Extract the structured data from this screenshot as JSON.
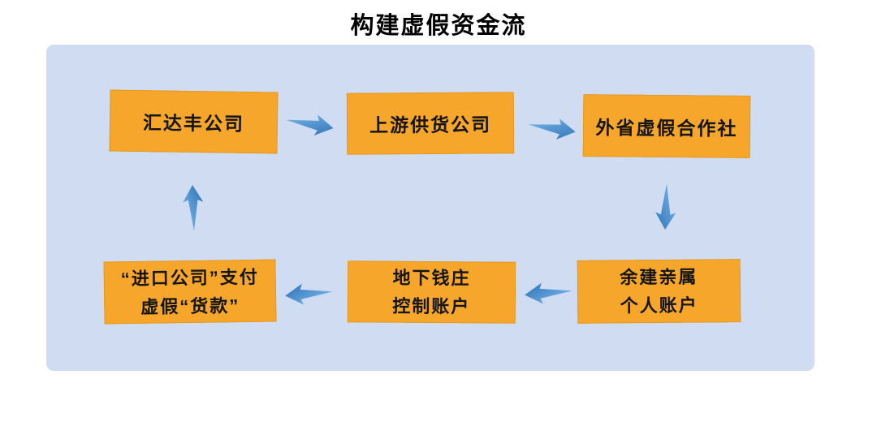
{
  "diagram": {
    "title": "构建虚假资金流",
    "nodes": [
      {
        "id": "huidafeng-company",
        "label_lines": [
          "汇达丰公司"
        ]
      },
      {
        "id": "upstream-supplier",
        "label_lines": [
          "上游供货公司"
        ]
      },
      {
        "id": "outprovince-fake-coop",
        "label_lines": [
          "外省虚假合作社"
        ]
      },
      {
        "id": "import-company-payment",
        "label_lines": [
          "“进口公司”支付",
          "虚假“货款”"
        ]
      },
      {
        "id": "underground-bank-accounts",
        "label_lines": [
          "地下钱庄",
          "控制账户"
        ]
      },
      {
        "id": "relatives-personal-accounts",
        "label_lines": [
          "余建亲属",
          "个人账户"
        ]
      }
    ],
    "arrows": [
      {
        "from": "huidafeng-company",
        "to": "upstream-supplier",
        "direction": "right"
      },
      {
        "from": "upstream-supplier",
        "to": "outprovince-fake-coop",
        "direction": "right"
      },
      {
        "from": "outprovince-fake-coop",
        "to": "relatives-personal-accounts",
        "direction": "down"
      },
      {
        "from": "relatives-personal-accounts",
        "to": "underground-bank-accounts",
        "direction": "left"
      },
      {
        "from": "underground-bank-accounts",
        "to": "import-company-payment",
        "direction": "left"
      },
      {
        "from": "import-company-payment",
        "to": "huidafeng-company",
        "direction": "up"
      }
    ],
    "colors": {
      "panel_background": "#cfdcf2",
      "node_fill": "#f6a72b",
      "node_text": "#151515",
      "arrow_gradient_light": "#8ac4ea",
      "arrow_gradient_dark": "#2d72b4",
      "title_text": "#000000",
      "page_background": "#ffffff"
    }
  }
}
